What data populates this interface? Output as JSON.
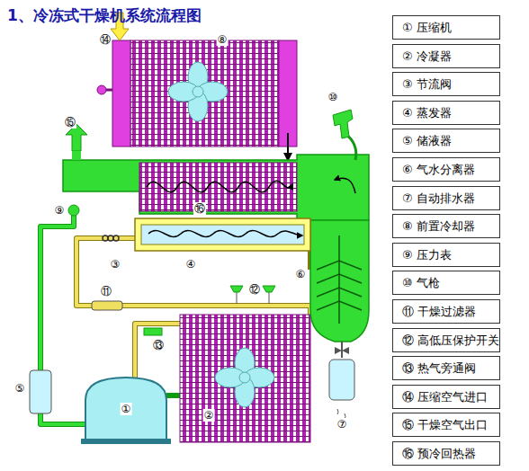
{
  "diagram": {
    "title": "1、冷冻式干燥机系统流程图",
    "labels": [
      "⑭",
      "⑧",
      "⑩",
      "⑮",
      "⑨",
      "⑯",
      "③",
      "④",
      "⑥",
      "⑪",
      "⑫",
      "⑬",
      "⑤",
      "①",
      "②",
      "⑦",
      "① 压缩机",
      "② 冷凝器",
      "③ 节流阀",
      "④ 蒸发器",
      "⑤ 储液器",
      "⑥ 气水分离器",
      "⑦ 自动排水器",
      "⑧ 前置冷却器",
      "⑨ 压力表",
      "⑩ 气枪",
      "⑪ 干燥过滤器",
      "⑫ 高低压保护开关",
      "⑬ 热气旁通阀",
      "⑭ 压缩空气进口",
      "⑮ 干燥空气出口",
      "⑯ 预冷回热器"
    ]
  }
}
